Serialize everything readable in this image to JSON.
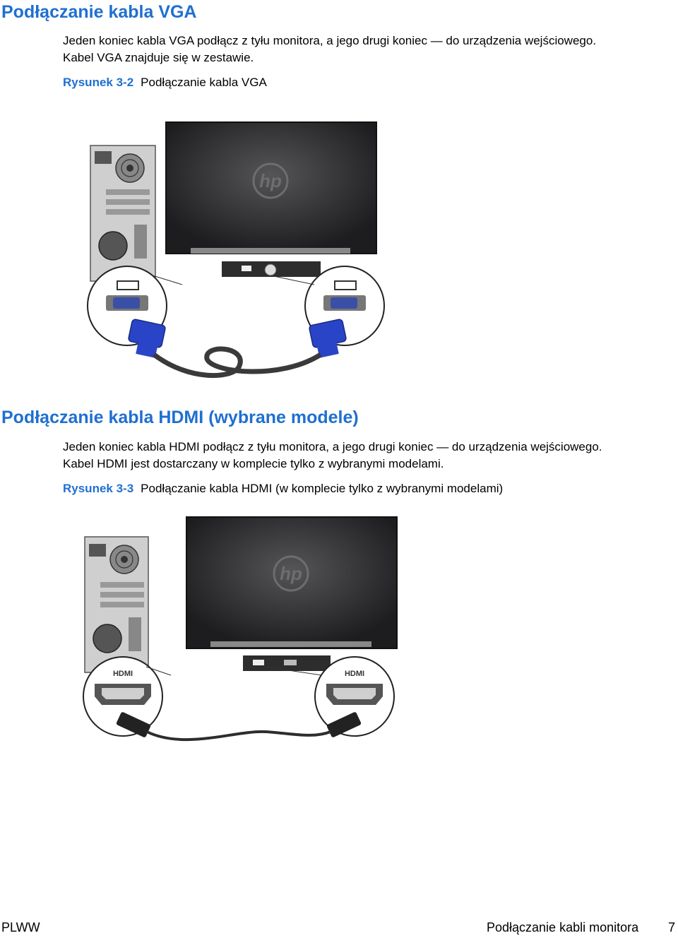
{
  "section_vga": {
    "heading": "Podłączanie kabla VGA",
    "para_line1": "Jeden koniec kabla VGA podłącz z tyłu monitora, a jego drugi koniec — do urządzenia wejściowego.",
    "para_line2": "Kabel VGA znajduje się w zestawie.",
    "figure_number": "Rysunek 3-2",
    "figure_caption": "Podłączanie kabla VGA",
    "logo_text": "hp"
  },
  "section_hdmi": {
    "heading": "Podłączanie kabla HDMI (wybrane modele)",
    "para_line1": "Jeden koniec kabla HDMI podłącz z tyłu monitora, a jego drugi koniec — do urządzenia wejściowego.",
    "para_line2": "Kabel HDMI jest dostarczany w komplecie tylko z wybranymi modelami.",
    "figure_number": "Rysunek 3-3",
    "figure_caption": "Podłączanie kabla HDMI (w komplecie tylko z wybranymi modelami)",
    "port_label_left": "HDMI",
    "port_label_right": "HDMI",
    "logo_text": "hp"
  },
  "footer": {
    "left": "PLWW",
    "title": "Podłączanie kabli monitora",
    "page": "7"
  },
  "colors": {
    "heading": "#1f6fd1",
    "vga_connector": "#2a44c8",
    "monitor_screen": "#2a2a2c"
  }
}
